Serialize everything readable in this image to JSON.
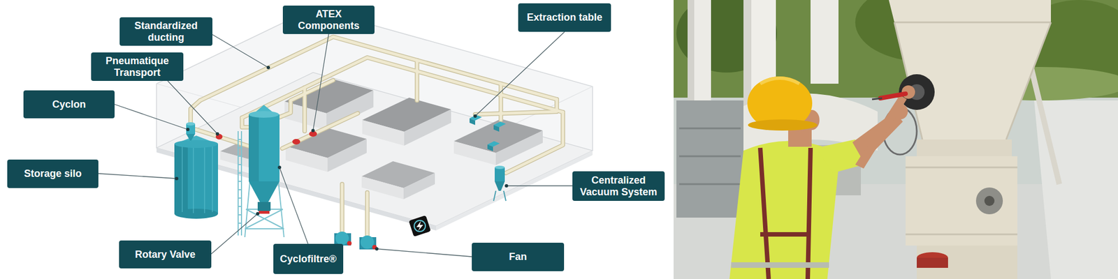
{
  "diagram": {
    "nodes": [
      {
        "text": [
          "Standardized ducting"
        ]
      },
      {
        "text": [
          "ATEX Components"
        ]
      },
      {
        "text": [
          "Extraction table"
        ]
      },
      {
        "text": [
          "Pneumatique Transport"
        ]
      },
      {
        "text": [
          "Cyclon"
        ]
      },
      {
        "text": [
          "Storage silo"
        ]
      },
      {
        "text": [
          "Centralized Vacuum System"
        ]
      },
      {
        "text": [
          "Rotary Valve"
        ]
      },
      {
        "text": [
          "Cyclofiltre®"
        ]
      },
      {
        "text": [
          "Fan"
        ]
      }
    ]
  }
}
